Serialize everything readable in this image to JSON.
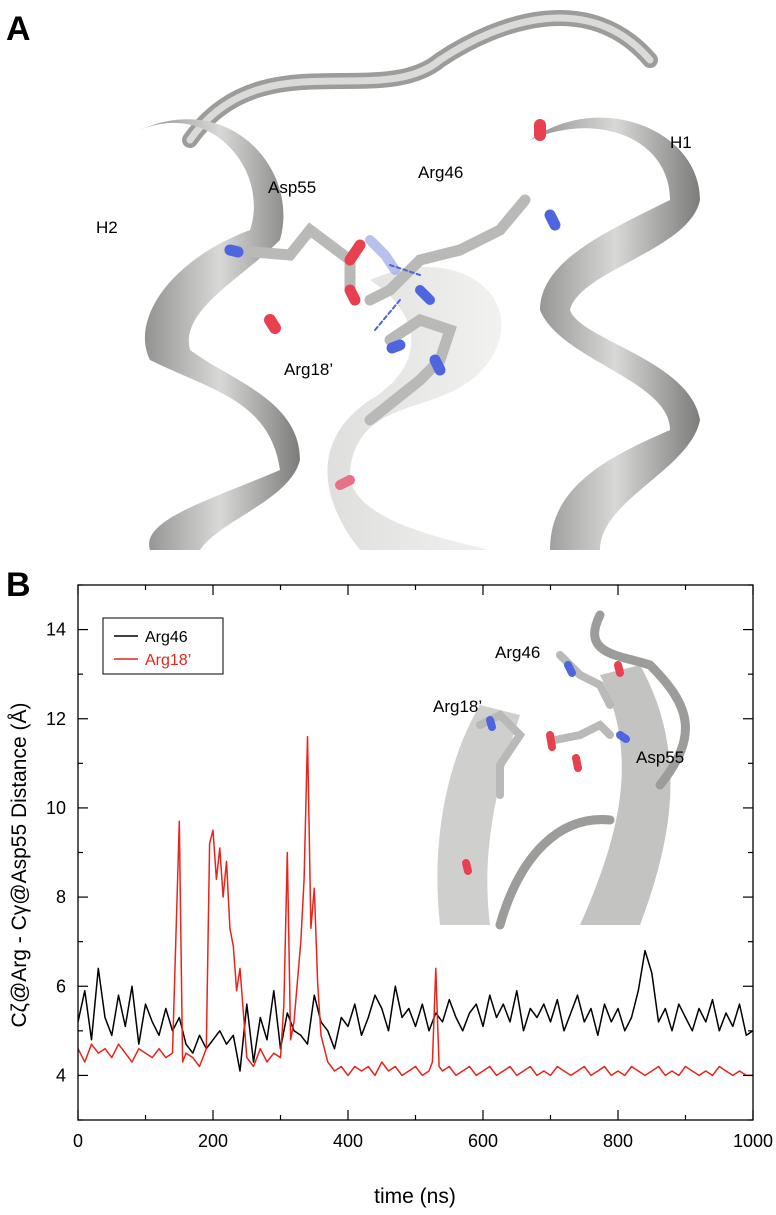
{
  "panel_a": {
    "letter": "A",
    "labels": {
      "h1": "H1",
      "h2": "H2",
      "asp55": "Asp55",
      "arg46": "Arg46",
      "arg18": "Arg18’"
    }
  },
  "panel_b": {
    "letter": "B",
    "inset_labels": {
      "arg46": "Arg46",
      "arg18": "Arg18’",
      "asp55": "Asp55"
    }
  },
  "colors": {
    "arg46": "#000000",
    "arg18": "#e8251b",
    "ribbon": "#bdbdbb",
    "oxygen": "#e8404f",
    "nitrogen": "#4d66e0"
  },
  "chart_data": {
    "type": "line",
    "xlabel": "time (ns)",
    "ylabel": "Cζ@Arg - Cγ@Asp55 Distance (Å)",
    "xlim": [
      0,
      1000
    ],
    "ylim": [
      3,
      15
    ],
    "xticks": [
      0,
      200,
      400,
      600,
      800,
      1000
    ],
    "yticks": [
      4,
      6,
      8,
      10,
      12,
      14
    ],
    "legend_position": "top-left",
    "grid": false,
    "series": [
      {
        "name": "Arg46",
        "color": "#000000",
        "x": [
          0,
          10,
          20,
          30,
          40,
          50,
          60,
          70,
          80,
          90,
          100,
          110,
          120,
          130,
          140,
          150,
          160,
          170,
          180,
          190,
          200,
          210,
          220,
          230,
          240,
          250,
          260,
          270,
          280,
          290,
          300,
          310,
          320,
          330,
          340,
          350,
          360,
          370,
          380,
          390,
          400,
          410,
          420,
          430,
          440,
          450,
          460,
          470,
          480,
          490,
          500,
          510,
          520,
          530,
          540,
          550,
          560,
          570,
          580,
          590,
          600,
          610,
          620,
          630,
          640,
          650,
          660,
          670,
          680,
          690,
          700,
          710,
          720,
          730,
          740,
          750,
          760,
          770,
          780,
          790,
          800,
          810,
          820,
          830,
          840,
          850,
          860,
          870,
          880,
          890,
          900,
          910,
          920,
          930,
          940,
          950,
          960,
          970,
          980,
          990,
          1000
        ],
        "y": [
          5.2,
          5.9,
          4.8,
          6.4,
          5.3,
          4.9,
          5.8,
          5.1,
          6.0,
          4.7,
          5.6,
          5.2,
          4.9,
          5.5,
          5.0,
          5.3,
          4.7,
          4.5,
          4.9,
          4.6,
          4.8,
          5.0,
          4.7,
          4.9,
          4.1,
          5.6,
          4.3,
          5.3,
          4.8,
          5.9,
          4.6,
          5.4,
          5.0,
          4.9,
          4.7,
          5.8,
          5.2,
          5.0,
          4.6,
          5.3,
          5.1,
          5.6,
          4.9,
          5.3,
          5.8,
          5.5,
          5.0,
          6.0,
          5.3,
          5.5,
          5.1,
          5.6,
          5.0,
          5.4,
          5.2,
          5.7,
          5.3,
          5.0,
          5.4,
          5.6,
          5.1,
          5.8,
          5.3,
          5.6,
          5.2,
          5.9,
          5.0,
          5.5,
          5.3,
          5.6,
          5.2,
          5.7,
          5.0,
          5.4,
          5.8,
          5.2,
          5.5,
          4.9,
          5.6,
          5.2,
          5.5,
          5.0,
          5.3,
          5.9,
          6.8,
          6.3,
          5.2,
          5.5,
          5.0,
          5.6,
          5.3,
          5.0,
          5.5,
          5.2,
          5.7,
          5.0,
          5.4,
          5.1,
          5.6,
          4.9,
          5.0
        ]
      },
      {
        "name": "Arg18’",
        "color": "#e8251b",
        "x": [
          0,
          10,
          20,
          30,
          40,
          50,
          60,
          70,
          80,
          90,
          100,
          110,
          120,
          130,
          140,
          150,
          155,
          160,
          170,
          180,
          190,
          195,
          200,
          205,
          210,
          215,
          220,
          225,
          230,
          235,
          240,
          250,
          260,
          270,
          280,
          290,
          300,
          305,
          310,
          315,
          320,
          330,
          335,
          340,
          345,
          350,
          355,
          360,
          370,
          380,
          390,
          400,
          410,
          420,
          430,
          440,
          450,
          460,
          470,
          480,
          490,
          500,
          510,
          520,
          525,
          530,
          535,
          540,
          550,
          560,
          570,
          580,
          590,
          600,
          610,
          620,
          630,
          640,
          650,
          660,
          670,
          680,
          690,
          700,
          710,
          720,
          730,
          740,
          750,
          760,
          770,
          780,
          790,
          800,
          810,
          820,
          830,
          840,
          850,
          860,
          870,
          880,
          890,
          900,
          910,
          920,
          930,
          940,
          950,
          960,
          970,
          980,
          990,
          1000
        ],
        "y": [
          4.6,
          4.3,
          4.7,
          4.5,
          4.6,
          4.4,
          4.7,
          4.5,
          4.3,
          4.6,
          4.5,
          4.4,
          4.6,
          4.4,
          4.5,
          9.7,
          4.3,
          4.5,
          4.4,
          4.2,
          4.6,
          9.2,
          9.5,
          8.4,
          9.1,
          8.0,
          8.8,
          7.3,
          6.9,
          5.9,
          6.4,
          4.4,
          4.2,
          4.6,
          4.3,
          4.5,
          4.4,
          5.6,
          9.0,
          4.8,
          5.2,
          7.0,
          8.4,
          11.6,
          7.3,
          8.2,
          6.1,
          4.9,
          4.3,
          4.1,
          4.2,
          4.0,
          4.2,
          4.1,
          4.2,
          4.0,
          4.3,
          4.1,
          4.2,
          4.0,
          4.1,
          4.2,
          4.0,
          4.1,
          4.3,
          6.4,
          4.2,
          4.1,
          4.2,
          4.0,
          4.1,
          4.2,
          4.0,
          4.1,
          4.2,
          4.0,
          4.1,
          4.2,
          4.0,
          4.1,
          4.2,
          4.0,
          4.1,
          4.0,
          4.2,
          4.1,
          4.0,
          4.1,
          4.2,
          4.0,
          4.1,
          4.2,
          4.0,
          4.1,
          4.0,
          4.2,
          4.1,
          4.0,
          4.1,
          4.2,
          4.0,
          4.1,
          4.0,
          4.2,
          4.1,
          4.0,
          4.1,
          4.0,
          4.2,
          4.1,
          4.0,
          4.1,
          4.0,
          4.0
        ]
      }
    ]
  }
}
